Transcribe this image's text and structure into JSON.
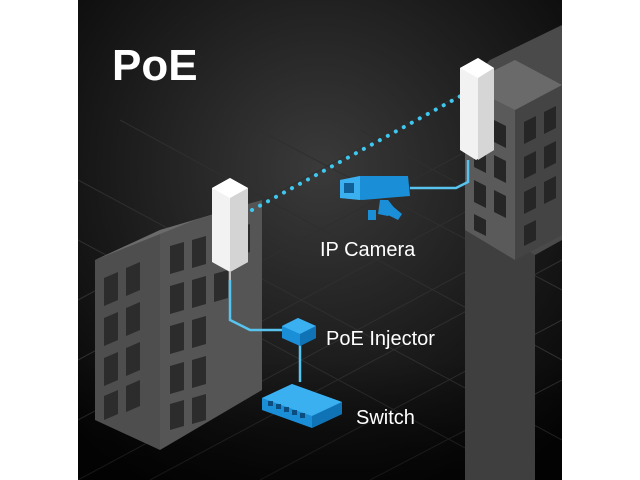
{
  "diagram": {
    "title": "PoE",
    "labels": {
      "ip_camera": "IP Camera",
      "poe_injector": "PoE Injector",
      "switch": "Switch"
    }
  },
  "colors": {
    "panel_background": "#0b0b0b",
    "grid_lines": "#2c2c2c",
    "building_front": "#565656",
    "building_side": "#3c3c3c",
    "building_window": "#2a2a2a",
    "accent_blue": "#1a9be8",
    "cable_blue": "#58c4ee",
    "wireless_link_dots": "#3fc8ef",
    "antenna_white": "#f4f4f4",
    "text": "#ffffff"
  },
  "icons": [
    "building-icon",
    "outdoor-access-point-icon",
    "ip-camera-icon",
    "poe-injector-icon",
    "network-switch-icon"
  ]
}
